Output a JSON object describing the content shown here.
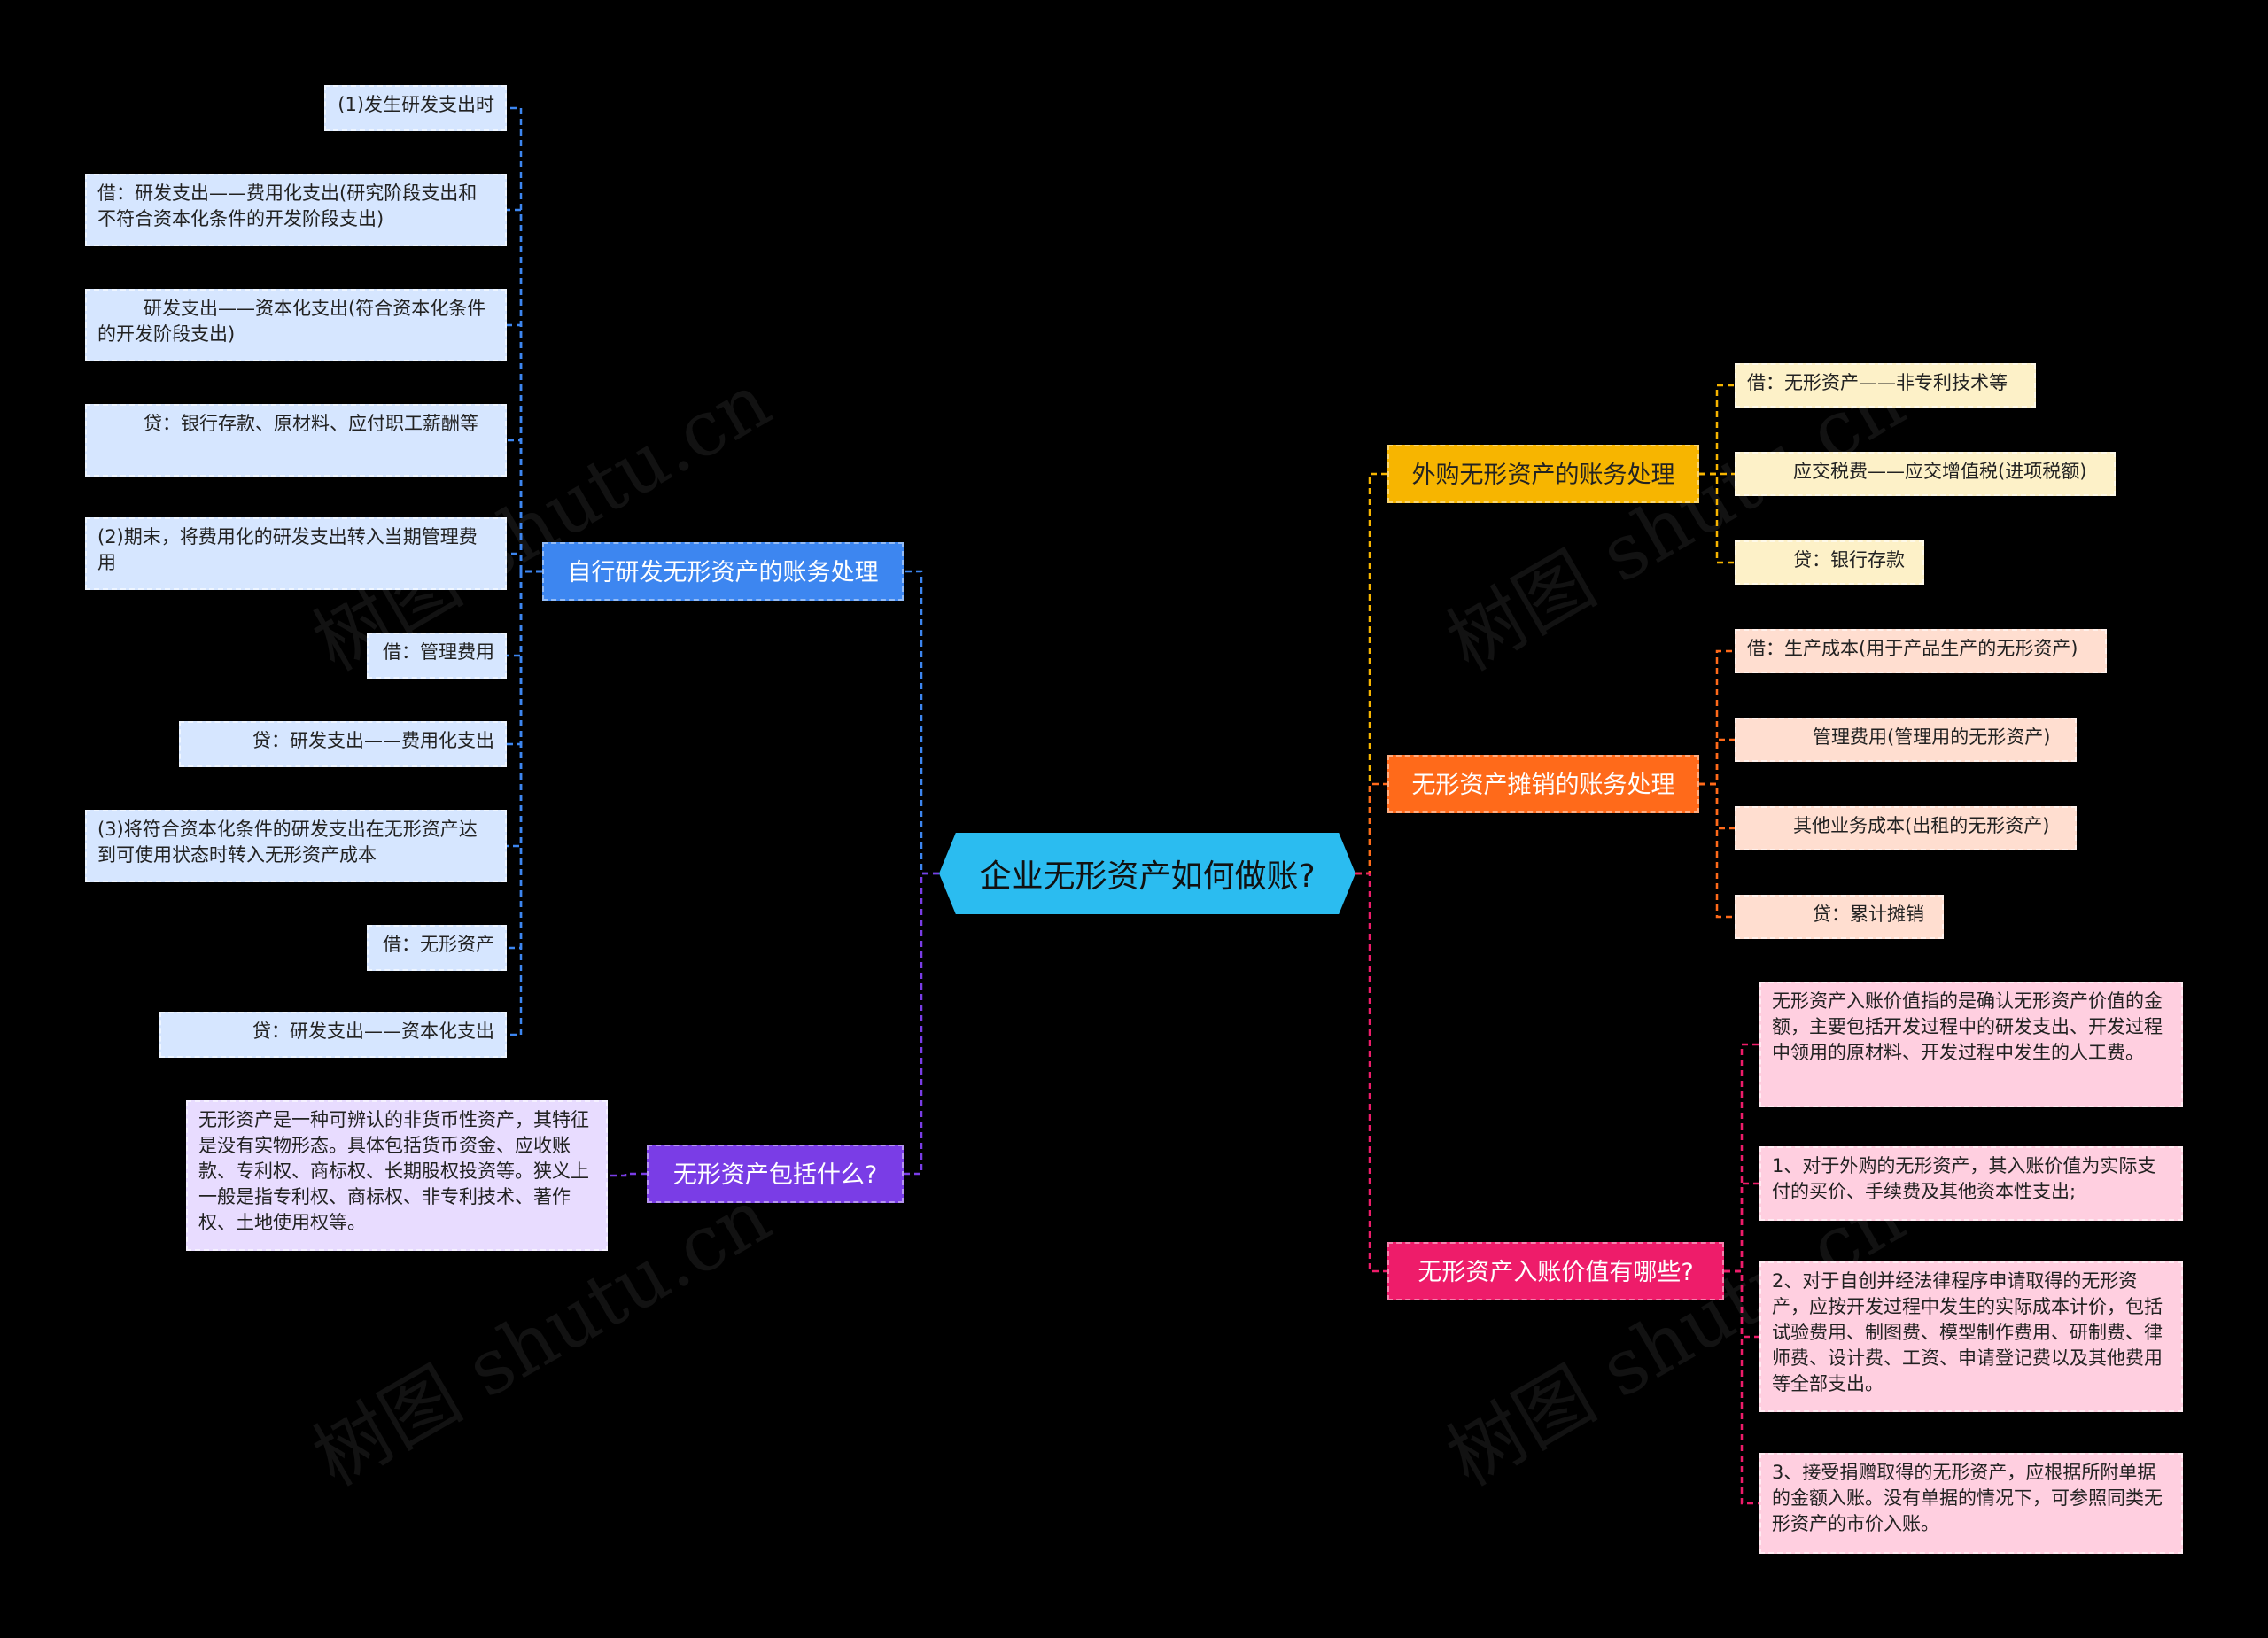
{
  "center": {
    "label": "企业无形资产如何做账?",
    "color": "#2bbcf0"
  },
  "branches": {
    "self_dev": {
      "label": "自行研发无形资产的账务处理",
      "color": "#3d86f0",
      "items": [
        "(1)发生研发支出时",
        "借：研发支出——费用化支出(研究阶段支出和不符合资本化条件的开发阶段支出)",
        "研发支出——资本化支出(符合资本化条件的开发阶段支出)",
        "贷：银行存款、原材料、应付职工薪酬等",
        "(2)期末，将费用化的研发支出转入当期管理费用",
        "借：管理费用",
        "贷：研发支出——费用化支出",
        "(3)将符合资本化条件的研发支出在无形资产达到可使用状态时转入无形资产成本",
        "借：无形资产",
        "贷：研发支出——资本化支出"
      ]
    },
    "includes": {
      "label": "无形资产包括什么?",
      "color": "#7a3de6",
      "items": [
        "无形资产是一种可辨认的非货币性资产，其特征是没有实物形态。具体包括货币资金、应收账款、专利权、商标权、长期股权投资等。狭义上一般是指专利权、商标权、非专利技术、著作权、土地使用权等。"
      ]
    },
    "purchase": {
      "label": "外购无形资产的账务处理",
      "color": "#f7b500",
      "items": [
        "借：无形资产——非专利技术等",
        "应交税费——应交增值税(进项税额)",
        "贷：银行存款"
      ]
    },
    "amortize": {
      "label": "无形资产摊销的账务处理",
      "color": "#ff6a1a",
      "items": [
        "借：生产成本(用于产品生产的无形资产)",
        "管理费用(管理用的无形资产)",
        "其他业务成本(出租的无形资产)",
        "贷：累计摊销"
      ]
    },
    "entry_value": {
      "label": "无形资产入账价值有哪些?",
      "color": "#ee1c6a",
      "items": [
        "无形资产入账价值指的是确认无形资产价值的金额，主要包括开发过程中的研发支出、开发过程中领用的原材料、开发过程中发生的人工费。",
        "1、对于外购的无形资产，其入账价值为实际支付的买价、手续费及其他资本性支出;",
        "2、对于自创并经法律程序申请取得的无形资产，应按开发过程中发生的实际成本计价，包括试验费用、制图费、模型制作费用、研制费、律师费、设计费、工资、申请登记费以及其他费用等全部支出。",
        "3、接受捐赠取得的无形资产，应根据所附单据的金额入账。没有单据的情况下，可参照同类无形资产的市价入账。"
      ]
    }
  },
  "watermark": "树图 shutu.cn"
}
